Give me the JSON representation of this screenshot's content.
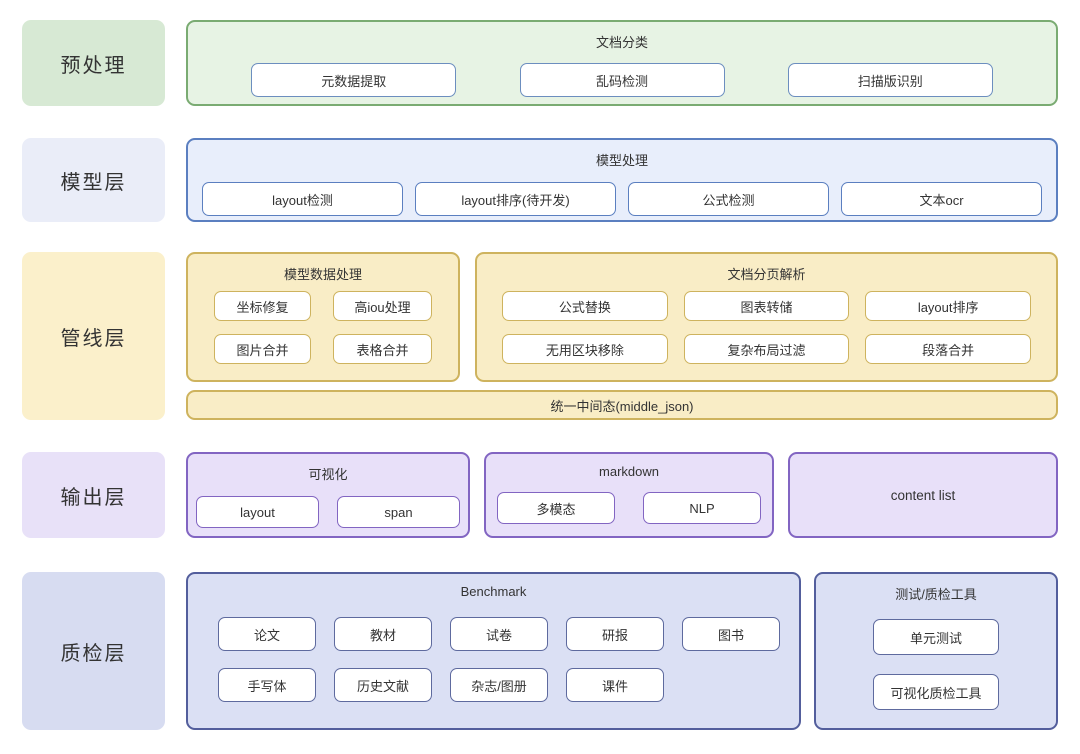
{
  "layers": {
    "preprocess": {
      "label": "预处理",
      "group": {
        "title": "文档分类",
        "items": [
          "元数据提取",
          "乱码检测",
          "扫描版识别"
        ]
      }
    },
    "model": {
      "label": "模型层",
      "group": {
        "title": "模型处理",
        "items": [
          "layout检测",
          "layout排序(待开发)",
          "公式检测",
          "文本ocr"
        ]
      }
    },
    "pipeline": {
      "label": "管线层",
      "groups": [
        {
          "title": "模型数据处理",
          "items": [
            "坐标修复",
            "高iou处理",
            "图片合并",
            "表格合并"
          ]
        },
        {
          "title": "文档分页解析",
          "items": [
            "公式替换",
            "图表转储",
            "layout排序",
            "无用区块移除",
            "复杂布局过滤",
            "段落合并"
          ]
        }
      ],
      "bar": "统一中间态(middle_json)"
    },
    "output": {
      "label": "输出层",
      "groups": [
        {
          "title": "可视化",
          "items": [
            "layout",
            "span"
          ]
        },
        {
          "title": "markdown",
          "items": [
            "多模态",
            "NLP"
          ]
        },
        {
          "title": "content list",
          "items": []
        }
      ]
    },
    "qa": {
      "label": "质检层",
      "benchmark": {
        "title": "Benchmark",
        "row1": [
          "论文",
          "教材",
          "试卷",
          "研报",
          "图书"
        ],
        "row2": [
          "手写体",
          "历史文献",
          "杂志/图册",
          "课件"
        ]
      },
      "tools": {
        "title": "测试/质检工具",
        "items": [
          "单元测试",
          "可视化质检工具"
        ]
      }
    }
  },
  "colors": {
    "text": "#333333",
    "preprocess_label_bg": "#d7e9d4",
    "preprocess_container_bg": "#e7f3e4",
    "preprocess_border": "#7aab72",
    "preprocess_node_border": "#6c8ebf",
    "model_label_bg": "#eaedf8",
    "model_container_bg": "#e8eefb",
    "model_border": "#5b7fc0",
    "pipeline_label_bg": "#fbf0cb",
    "pipeline_container_bg": "#f9edc6",
    "pipeline_border": "#ceb35e",
    "output_label_bg": "#e8e1f8",
    "output_container_bg": "#e8e0f9",
    "output_border": "#8265c2",
    "qa_label_bg": "#d7dcf1",
    "qa_container_bg": "#dbe0f4",
    "qa_border": "#535e9c",
    "node_bg": "#ffffff"
  }
}
